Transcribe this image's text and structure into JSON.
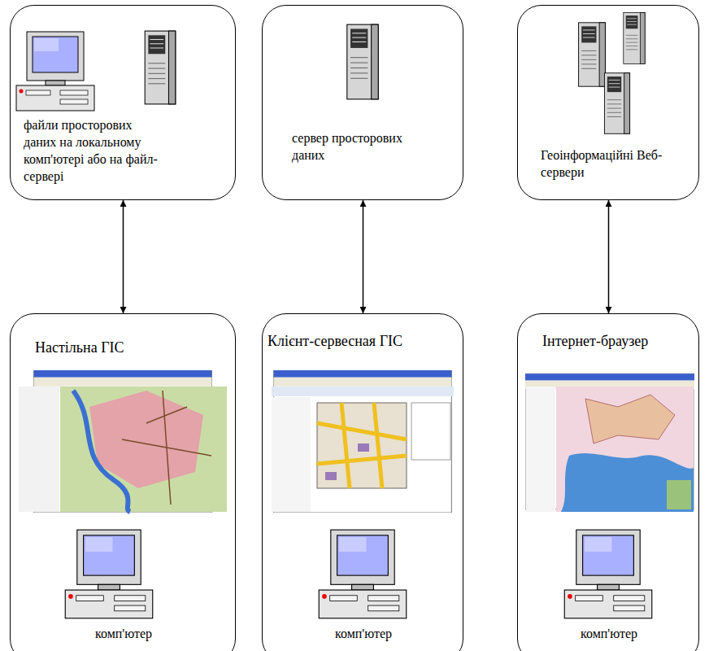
{
  "diagram": {
    "nodes": [
      {
        "text": [
          "файли просторових даних на локальному комп'ютері або на файл-сервері"
        ]
      },
      {
        "text": [
          "сервер просторових даних"
        ]
      },
      {
        "text": [
          "Геоінформаційні Веб-сервери"
        ]
      },
      {
        "text": [
          "Настільна ГІС",
          "комп'ютер"
        ]
      },
      {
        "text": [
          "Клієнт-сервесная ГІС",
          "комп'ютер"
        ]
      },
      {
        "text": [
          "Інтернет-браузер",
          "комп'ютер"
        ]
      }
    ],
    "edges": [
      {
        "from": 3,
        "to": 0,
        "arrow": "both"
      },
      {
        "from": 4,
        "to": 1,
        "arrow": "both"
      },
      {
        "from": 5,
        "to": 2,
        "arrow": "both"
      }
    ]
  }
}
